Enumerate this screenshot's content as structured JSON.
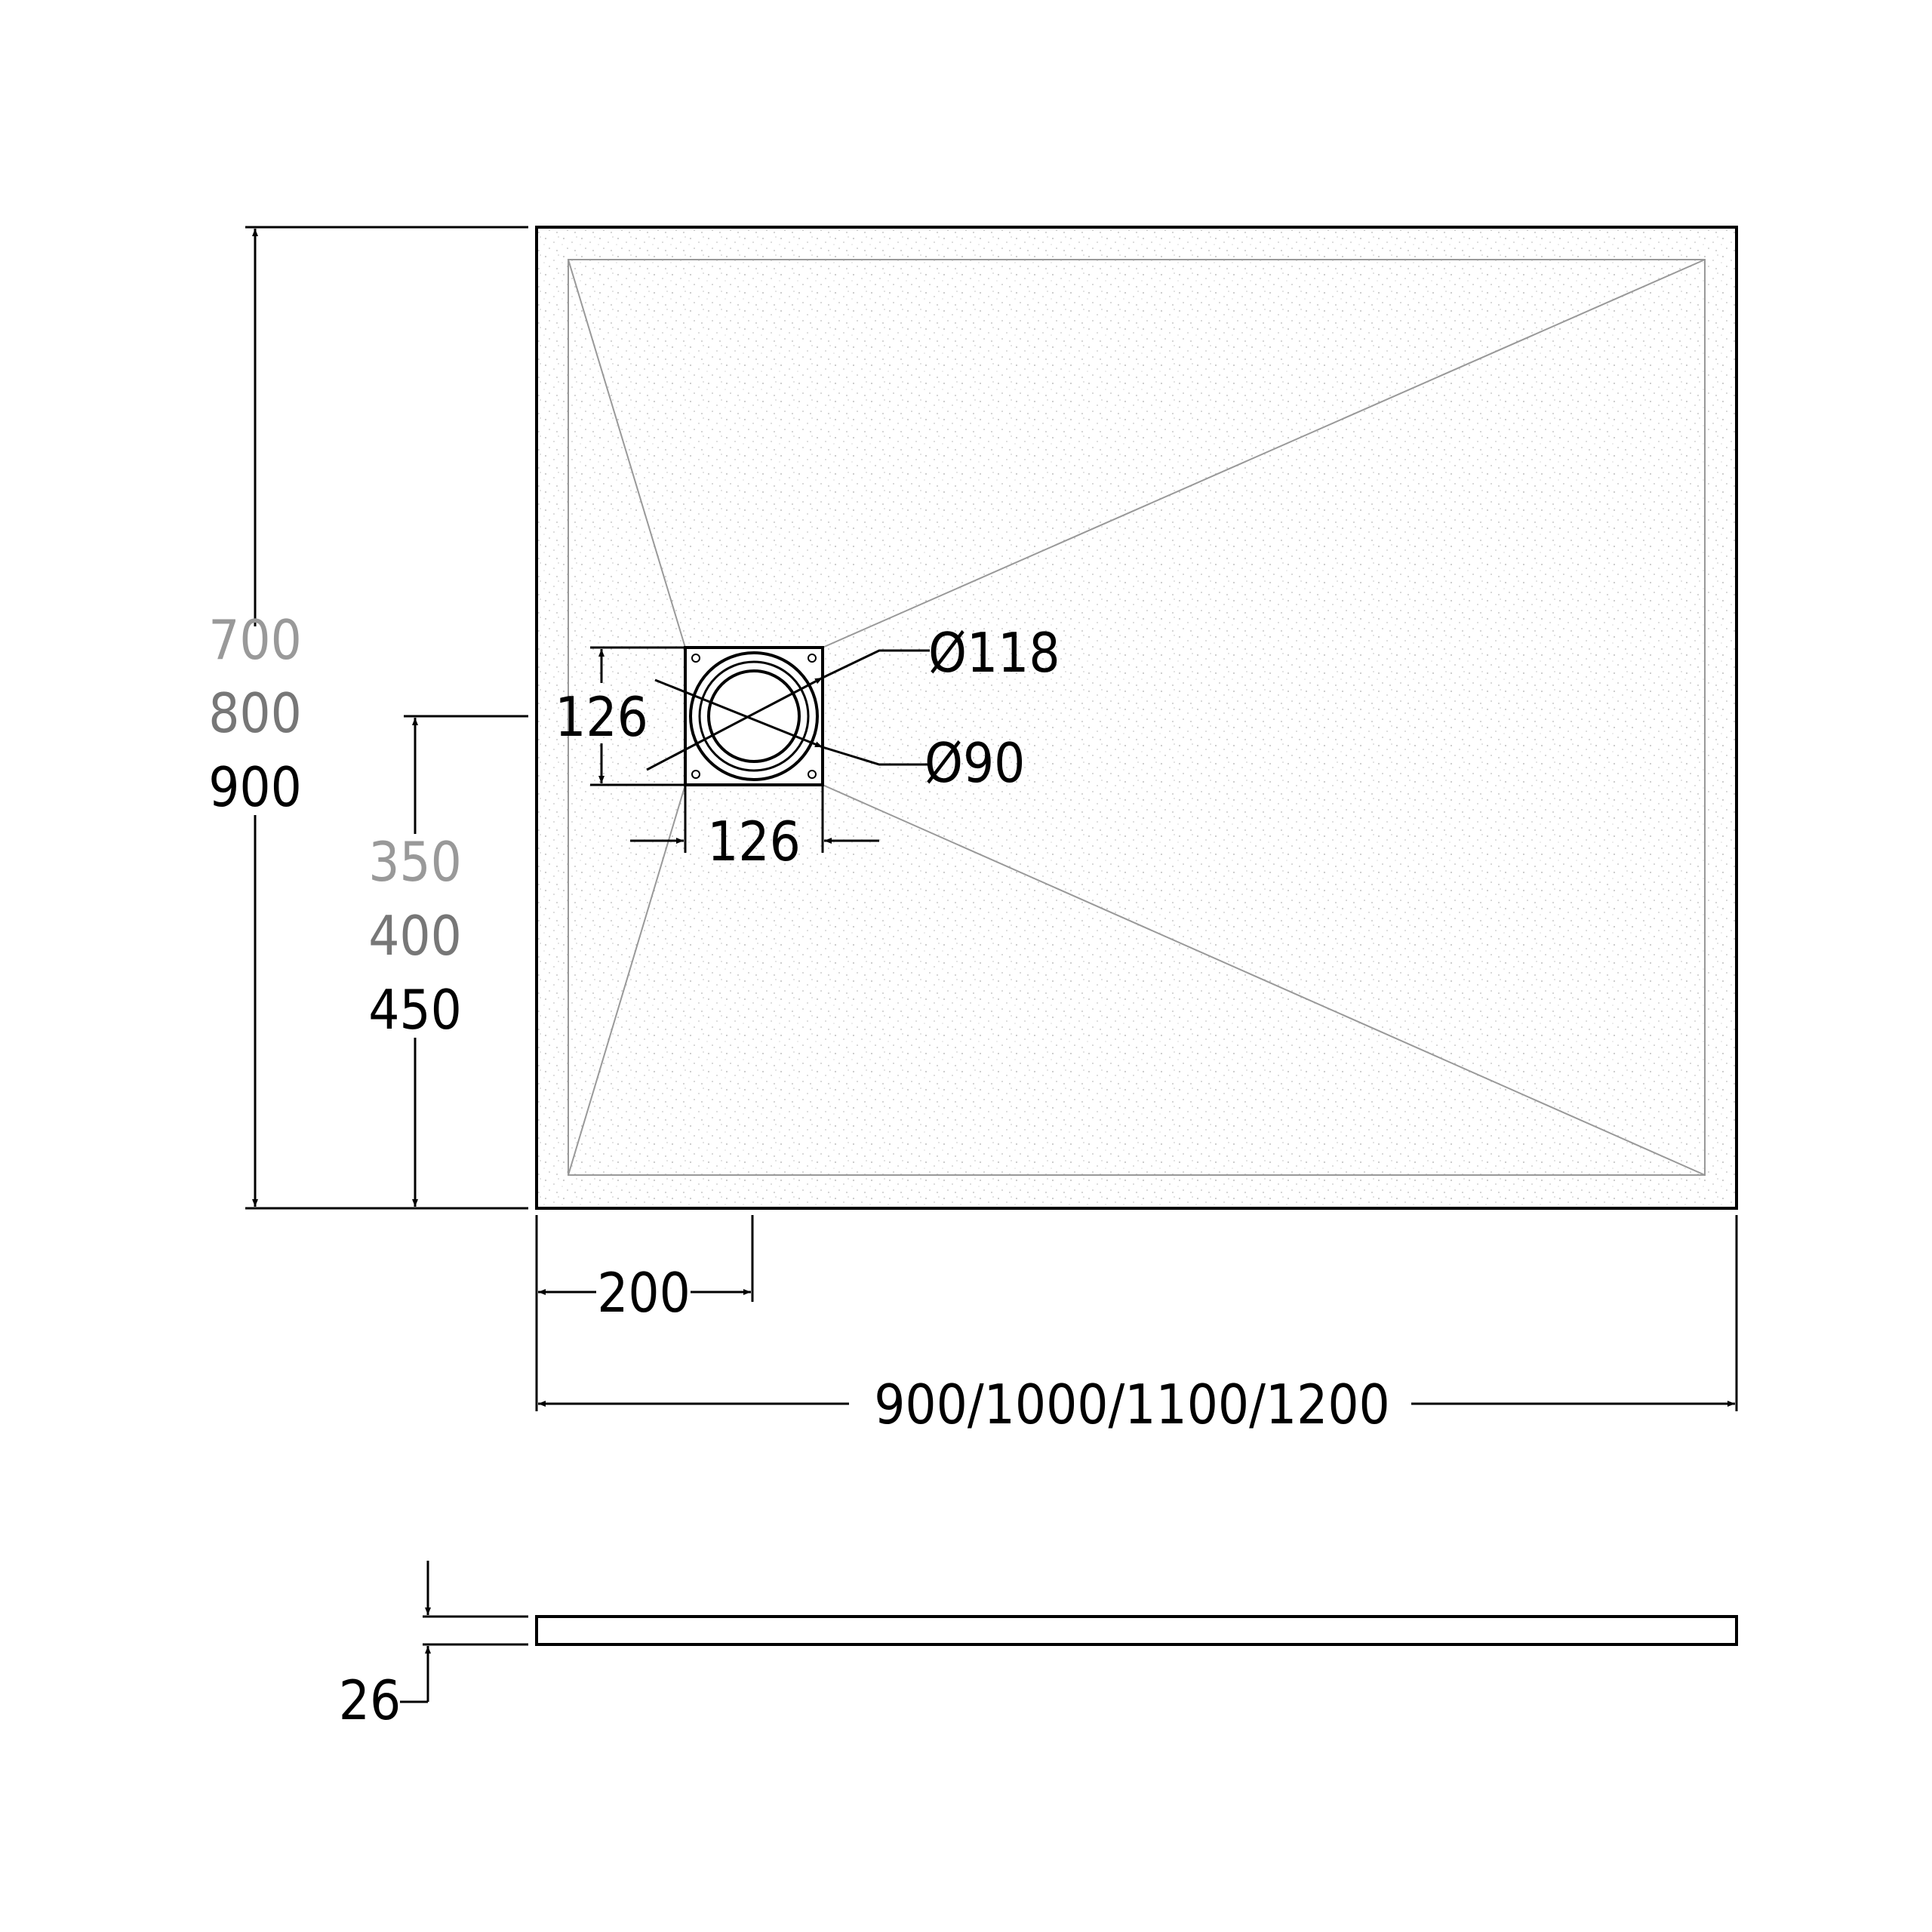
{
  "colors": {
    "line": "#000000",
    "light_gray": "#999999",
    "mid_gray": "#777777",
    "fill": "#ffffff"
  },
  "dimensions": {
    "width_options": "900/1000/1100/1200",
    "depth_options": [
      "700",
      "800",
      "900"
    ],
    "drain_offset_y_options": [
      "350",
      "400",
      "450"
    ],
    "drain_offset_x": "200",
    "drain_frame_height": "126",
    "drain_frame_width": "126",
    "drain_outer_diameter": "Ø118",
    "drain_inner_diameter": "Ø90",
    "thickness": "26"
  }
}
